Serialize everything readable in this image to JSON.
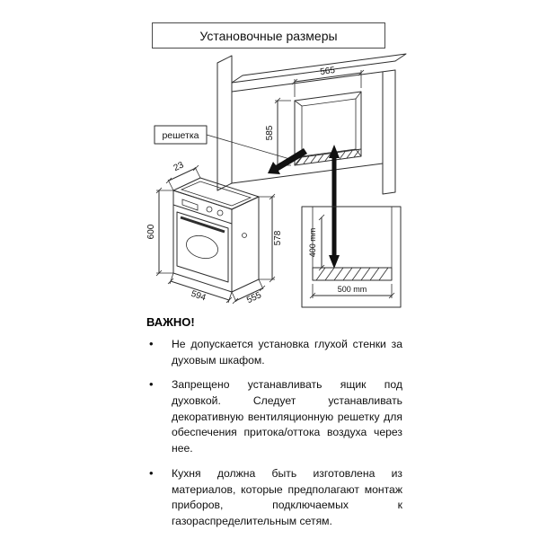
{
  "page": {
    "title": "Установочные размеры"
  },
  "diagram": {
    "grille_label": "решетка",
    "dims": {
      "niche_width": "565",
      "niche_height": "585",
      "top_inset": "23",
      "oven_height": "600",
      "oven_width": "594",
      "oven_depth": "555",
      "oven_body_height": "578",
      "vent_height": "400 mm",
      "vent_width": "500 mm"
    }
  },
  "important": {
    "heading": "ВАЖНО!",
    "bullets": [
      "Не допускается установка глухой стенки за духовым шкафом.",
      "Запрещено устанавливать ящик под духовкой. Следует устанавливать декоративную вентиляционную решетку для обеспечения притока/оттока воздуха через нее.",
      "Кухня должна быть изготовлена из материалов, которые предполагают монтаж приборов, подключаемых к газораспределительным сетям."
    ]
  }
}
